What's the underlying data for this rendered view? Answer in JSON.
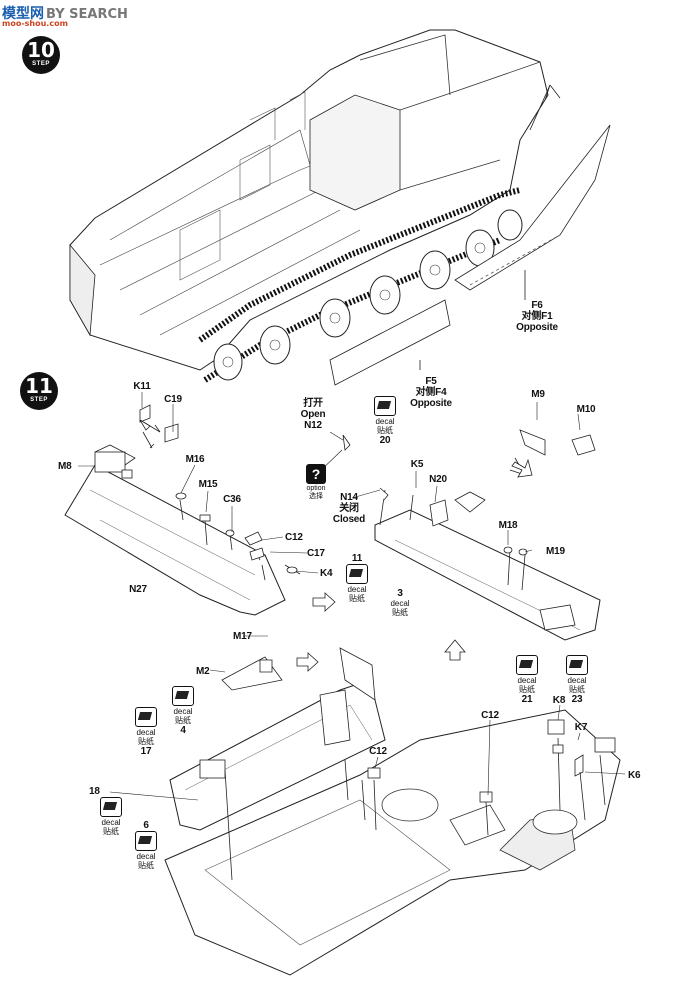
{
  "watermark": {
    "brand": "模型网",
    "search": "BY SEARCH",
    "url": "moo-shou.com"
  },
  "steps": [
    {
      "number": "10",
      "label": "STEP"
    },
    {
      "number": "11",
      "label": "STEP"
    }
  ],
  "step10": {
    "f6": {
      "part": "F6",
      "opposite_cn": "对侧F1",
      "opposite_en": "Opposite"
    },
    "f5": {
      "part": "F5",
      "opposite_cn": "对侧F4",
      "opposite_en": "Opposite"
    }
  },
  "step11": {
    "parts": {
      "k11": "K11",
      "c19": "C19",
      "m8": "M8",
      "m16": "M16",
      "m15": "M15",
      "c36": "C36",
      "c12a": "C12",
      "c17": "C17",
      "k4": "K4",
      "n27": "N27",
      "n12": "N12",
      "n14": "N14",
      "k5": "K5",
      "n20": "N20",
      "m9": "M9",
      "m10": "M10",
      "m18": "M18",
      "m19": "M19",
      "m17": "M17",
      "m2": "M2",
      "c12b": "C12",
      "c12c": "C12",
      "k8": "K8",
      "k7": "K7",
      "k6": "K6"
    },
    "open": {
      "cn": "打开",
      "en": "Open"
    },
    "closed": {
      "cn": "关闭",
      "en": "Closed"
    },
    "option": {
      "symbol": "?",
      "en": "option",
      "cn": "选择"
    },
    "decals": [
      {
        "en": "decal",
        "cn": "贴纸",
        "number": "20"
      },
      {
        "en": "decal",
        "cn": "贴纸",
        "number": "11"
      },
      {
        "en": "decal",
        "cn": "贴纸",
        "number": "3"
      },
      {
        "en": "decal",
        "cn": "贴纸",
        "number": "21"
      },
      {
        "en": "decal",
        "cn": "贴纸",
        "number": "23"
      },
      {
        "en": "decal",
        "cn": "贴纸",
        "number": "4"
      },
      {
        "en": "decal",
        "cn": "贴纸",
        "number": "17"
      },
      {
        "en": "decal",
        "cn": "贴纸",
        "number": "18"
      },
      {
        "en": "decal",
        "cn": "贴纸",
        "number": "6"
      }
    ]
  }
}
